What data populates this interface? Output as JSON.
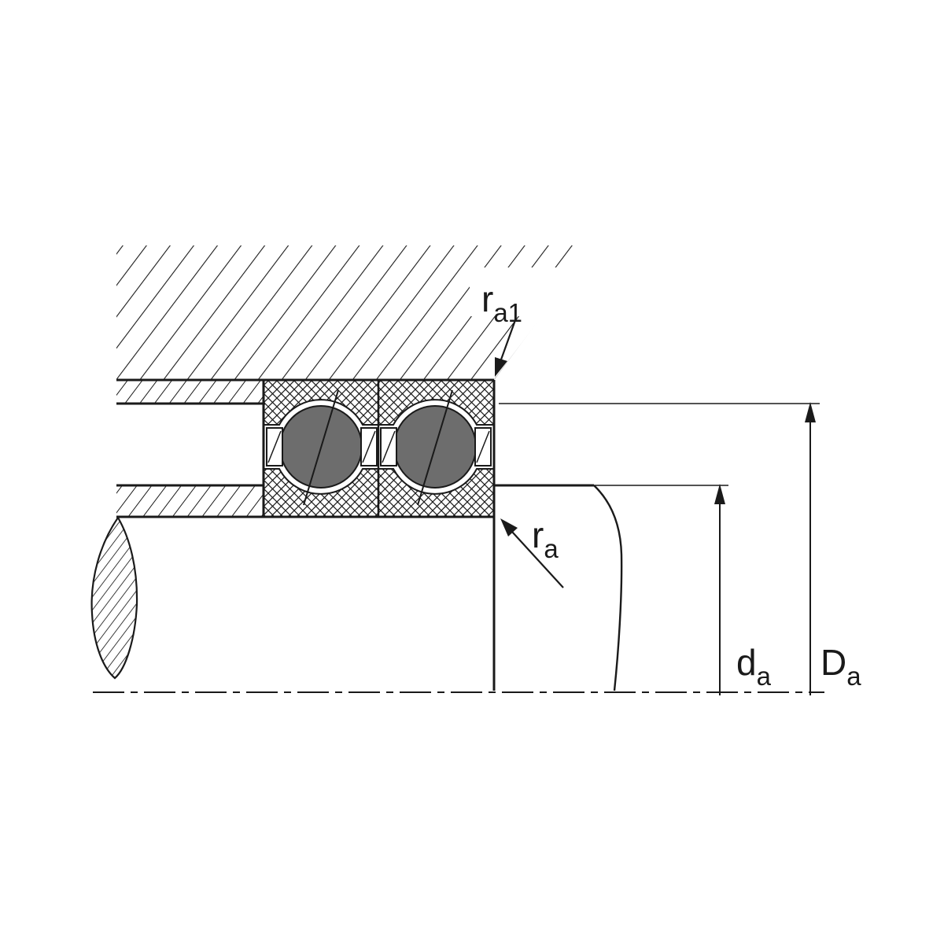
{
  "diagram": {
    "title": "Bearing mounting dimensions cross-section",
    "labels": {
      "ra1": {
        "base": "r",
        "sub": "a1"
      },
      "ra": {
        "base": "r",
        "sub": "a"
      },
      "da": {
        "base": "d",
        "sub": "a"
      },
      "Da": {
        "base": "D",
        "sub": "a"
      }
    },
    "colors": {
      "line": "#1a1a1a",
      "ball": "#6d6d6d",
      "background": "#ffffff"
    }
  }
}
